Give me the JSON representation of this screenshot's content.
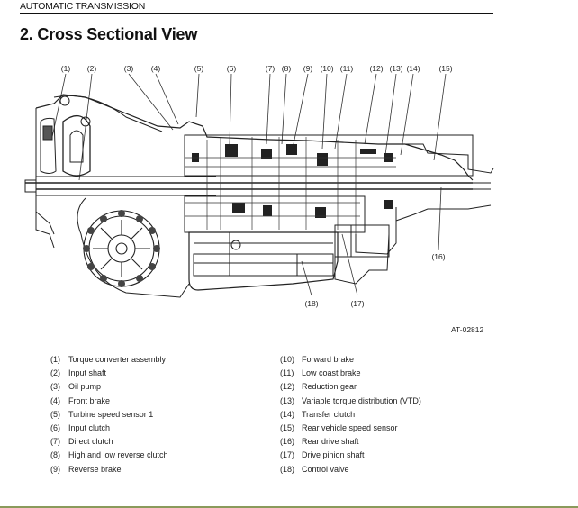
{
  "header": {
    "section": "AUTOMATIC TRANSMISSION",
    "title": "2. Cross Sectional View"
  },
  "figure": {
    "id": "AT-02812",
    "description": "Cross sectional line drawing of automatic transmission",
    "callouts": [
      {
        "num": "(1)"
      },
      {
        "num": "(2)"
      },
      {
        "num": "(3)"
      },
      {
        "num": "(4)"
      },
      {
        "num": "(5)"
      },
      {
        "num": "(6)"
      },
      {
        "num": "(7)"
      },
      {
        "num": "(8)"
      },
      {
        "num": "(9)"
      },
      {
        "num": "(10)"
      },
      {
        "num": "(11)"
      },
      {
        "num": "(12)"
      },
      {
        "num": "(13)"
      },
      {
        "num": "(14)"
      },
      {
        "num": "(15)"
      },
      {
        "num": "(16)"
      },
      {
        "num": "(17)"
      },
      {
        "num": "(18)"
      }
    ]
  },
  "legend": {
    "left": [
      {
        "num": "(1)",
        "label": "Torque converter assembly"
      },
      {
        "num": "(2)",
        "label": "Input shaft"
      },
      {
        "num": "(3)",
        "label": "Oil pump"
      },
      {
        "num": "(4)",
        "label": "Front brake"
      },
      {
        "num": "(5)",
        "label": "Turbine speed sensor 1"
      },
      {
        "num": "(6)",
        "label": "Input clutch"
      },
      {
        "num": "(7)",
        "label": "Direct clutch"
      },
      {
        "num": "(8)",
        "label": "High and low reverse clutch"
      },
      {
        "num": "(9)",
        "label": "Reverse brake"
      }
    ],
    "right": [
      {
        "num": "(10)",
        "label": "Forward brake"
      },
      {
        "num": "(11)",
        "label": "Low coast brake"
      },
      {
        "num": "(12)",
        "label": "Reduction gear"
      },
      {
        "num": "(13)",
        "label": "Variable torque distribution (VTD)"
      },
      {
        "num": "(14)",
        "label": "Transfer clutch"
      },
      {
        "num": "(15)",
        "label": "Rear vehicle speed sensor"
      },
      {
        "num": "(16)",
        "label": "Rear drive shaft"
      },
      {
        "num": "(17)",
        "label": "Drive pinion shaft"
      },
      {
        "num": "(18)",
        "label": "Control valve"
      }
    ]
  },
  "colors": {
    "ink": "#111111",
    "footer_rule": "#8a9a5b"
  }
}
